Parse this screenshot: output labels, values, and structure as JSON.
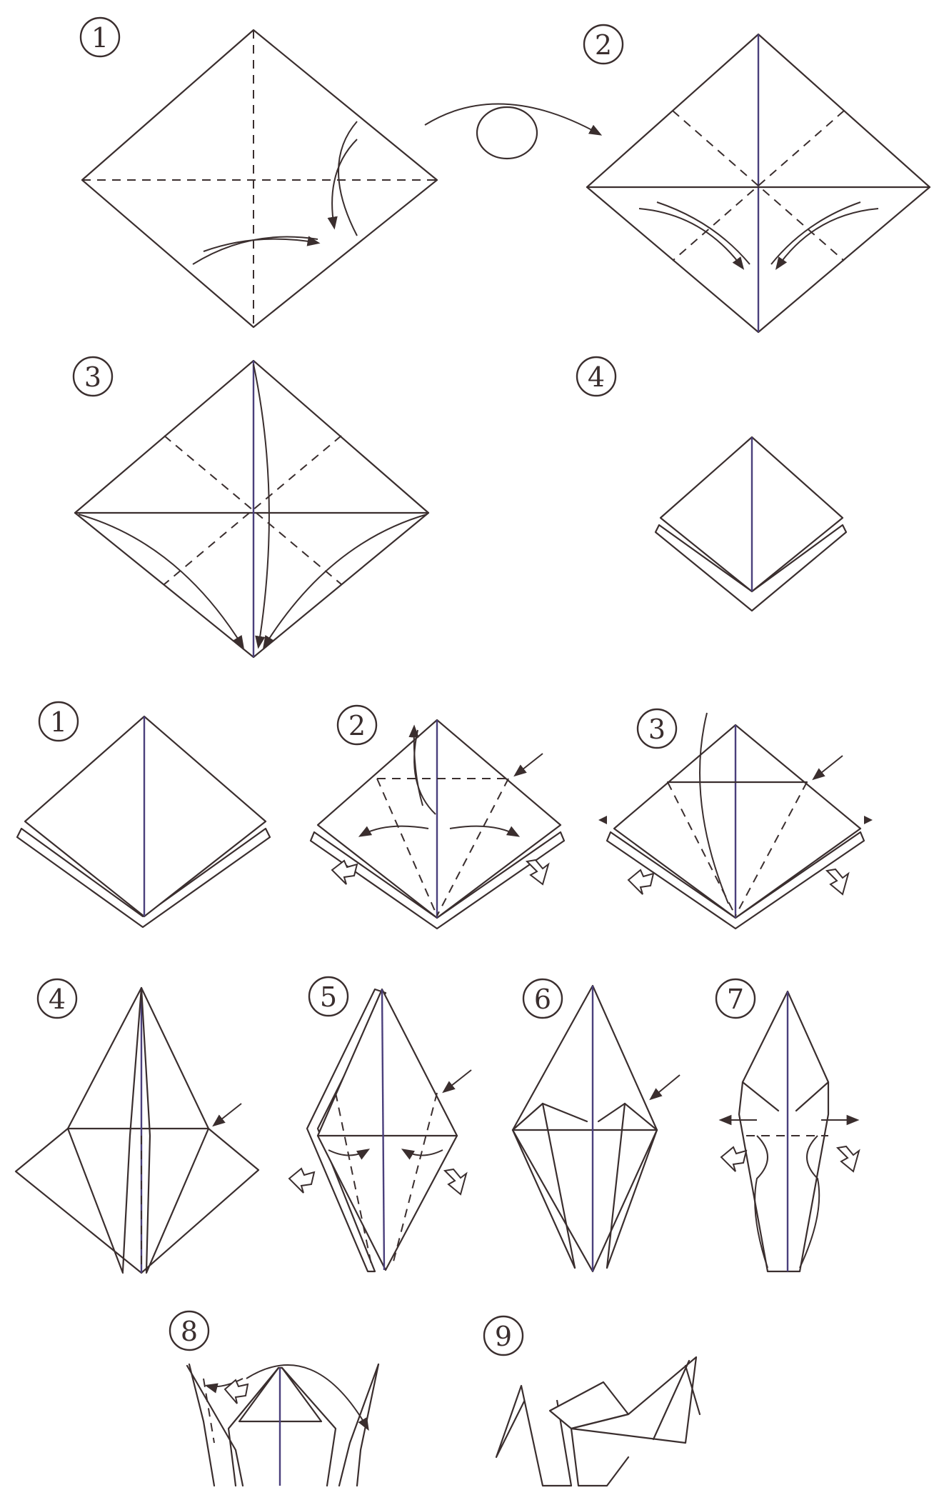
{
  "steps": {
    "a1": "1",
    "a2": "2",
    "a3": "3",
    "a4": "4",
    "b1": "1",
    "b2": "2",
    "b3": "3",
    "b4": "4",
    "b5": "5",
    "b6": "6",
    "b7": "7",
    "b8": "8",
    "b9": "9"
  },
  "colors": {
    "line": "#3a2e2e",
    "center_crease": "#4a3f7c",
    "background": "#ffffff"
  }
}
